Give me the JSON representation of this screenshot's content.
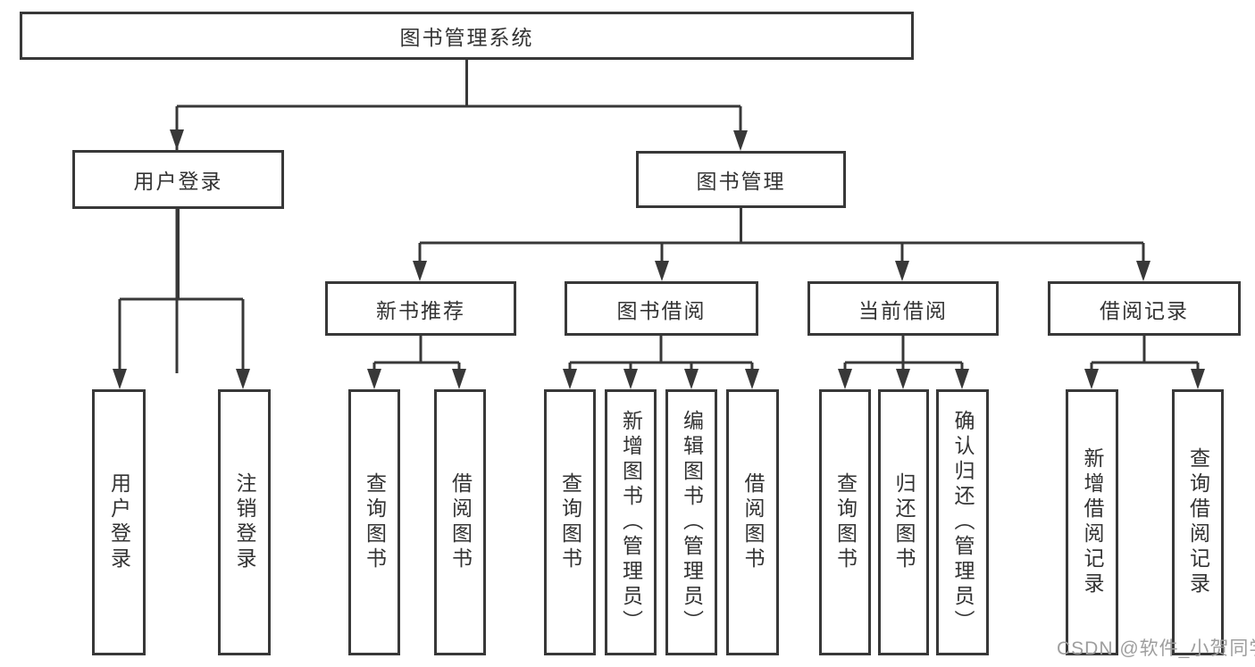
{
  "diagram_title": "图书管理系统",
  "tree": {
    "root": {
      "label": "图书管理系统"
    },
    "branches": [
      {
        "label": "用户登录",
        "children": [
          {
            "label": "用户登录"
          },
          {
            "label": "注销登录"
          }
        ]
      },
      {
        "label": "图书管理",
        "children": [
          {
            "label": "新书推荐",
            "children": [
              {
                "label": "查询图书"
              },
              {
                "label": "借阅图书"
              }
            ]
          },
          {
            "label": "图书借阅",
            "children": [
              {
                "label": "查询图书"
              },
              {
                "label": "新增图书（管理员）"
              },
              {
                "label": "编辑图书（管理员）"
              },
              {
                "label": "借阅图书"
              }
            ]
          },
          {
            "label": "当前借阅",
            "children": [
              {
                "label": "查询图书"
              },
              {
                "label": "归还图书"
              },
              {
                "label": "确认归还（管理员）"
              }
            ]
          },
          {
            "label": "借阅记录",
            "children": [
              {
                "label": "新增借阅记录"
              },
              {
                "label": "查询借阅记录"
              }
            ]
          }
        ]
      }
    ]
  },
  "watermark": {
    "text": "CSDN @软件_小贺同学"
  },
  "colors": {
    "line": "#383838",
    "text": "#333333",
    "background": "#ffffff",
    "watermark": "#9e9e9e"
  }
}
